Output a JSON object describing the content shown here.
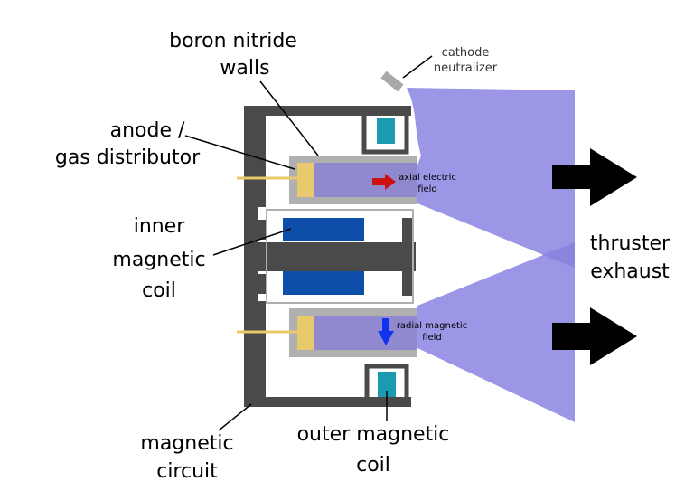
{
  "labels": {
    "boron_nitride_walls": [
      "boron nitride",
      "walls"
    ],
    "anode_gas_distributor": [
      "anode /",
      "gas distributor"
    ],
    "inner_magnetic_coil": [
      "inner",
      "magnetic",
      "coil"
    ],
    "magnetic_circuit": [
      "magnetic",
      "circuit"
    ],
    "outer_magnetic_coil": [
      "outer magnetic",
      "coil"
    ],
    "cathode_neutralizer": [
      "cathode",
      "neutralizer"
    ],
    "thruster_exhaust": [
      "thruster",
      "exhaust"
    ],
    "axial_electric_field": [
      "axial electric",
      "field"
    ],
    "radial_magnetic_field": [
      "radial magnetic",
      "field"
    ]
  },
  "colors": {
    "plume": "#9b97e6",
    "plume_overlap": "#8a85de",
    "channel": "#9189cf",
    "wall_gray": "#b0b0b0",
    "circuit_dark": "#4a4a4a",
    "coil_blue": "#0d4fa8",
    "coil_teal": "#1a9bb0",
    "anode_yellow": "#e8c96b",
    "arrow_red": "#cc1111",
    "arrow_blue": "#1133ee"
  }
}
